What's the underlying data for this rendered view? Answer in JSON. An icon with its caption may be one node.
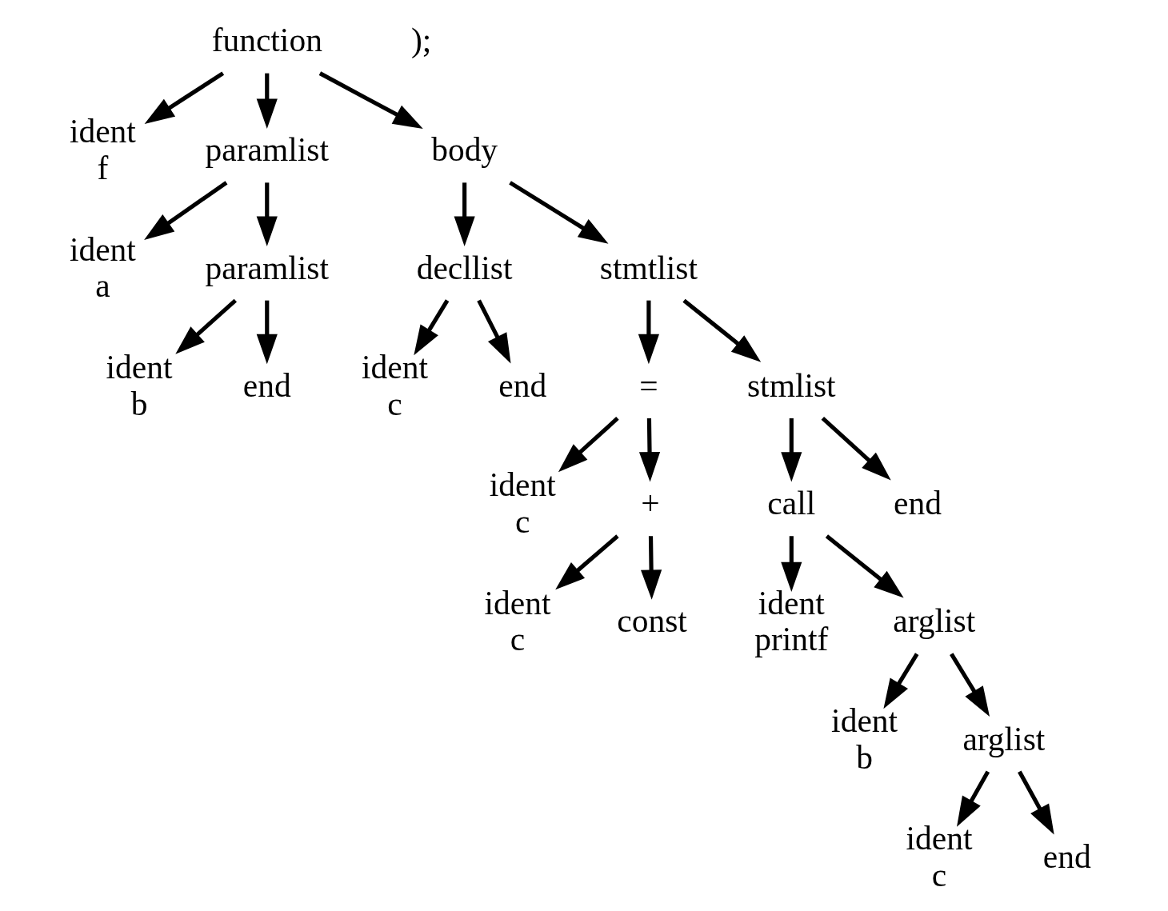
{
  "diagram": {
    "nodes": [
      {
        "text": [
          "function"
        ]
      },
      {
        "text": [
          "ident",
          "f"
        ]
      },
      {
        "text": [
          "paramlist"
        ]
      },
      {
        "text": [
          "body"
        ]
      },
      {
        "text": [
          "ident",
          "a"
        ]
      },
      {
        "text": [
          "paramlist"
        ]
      },
      {
        "text": [
          "decllist"
        ]
      },
      {
        "text": [
          "stmtlist"
        ]
      },
      {
        "text": [
          "ident",
          "b"
        ]
      },
      {
        "text": [
          "end"
        ]
      },
      {
        "text": [
          "ident",
          "c"
        ]
      },
      {
        "text": [
          "end"
        ]
      },
      {
        "text": [
          "="
        ]
      },
      {
        "text": [
          "stmlist"
        ]
      },
      {
        "text": [
          "ident",
          "c"
        ]
      },
      {
        "text": [
          "+"
        ]
      },
      {
        "text": [
          "call"
        ]
      },
      {
        "text": [
          "end"
        ]
      },
      {
        "text": [
          "ident",
          "c"
        ]
      },
      {
        "text": [
          "const"
        ]
      },
      {
        "text": [
          "ident",
          "printf"
        ]
      },
      {
        "text": [
          "arglist"
        ]
      },
      {
        "text": [
          "ident",
          "b"
        ]
      },
      {
        "text": [
          "arglist"
        ]
      },
      {
        "text": [
          "ident",
          "c"
        ]
      },
      {
        "text": [
          "end"
        ]
      }
    ],
    "edges": [
      {
        "from": 0,
        "to": 1,
        "arrow": "to"
      },
      {
        "from": 0,
        "to": 2,
        "arrow": "to"
      },
      {
        "from": 0,
        "to": 3,
        "arrow": "to"
      },
      {
        "from": 2,
        "to": 4,
        "arrow": "to"
      },
      {
        "from": 2,
        "to": 5,
        "arrow": "to"
      },
      {
        "from": 3,
        "to": 6,
        "arrow": "to"
      },
      {
        "from": 3,
        "to": 7,
        "arrow": "to"
      },
      {
        "from": 5,
        "to": 8,
        "arrow": "to"
      },
      {
        "from": 5,
        "to": 9,
        "arrow": "to"
      },
      {
        "from": 6,
        "to": 10,
        "arrow": "to"
      },
      {
        "from": 6,
        "to": 11,
        "arrow": "to"
      },
      {
        "from": 7,
        "to": 12,
        "arrow": "to"
      },
      {
        "from": 7,
        "to": 13,
        "arrow": "to"
      },
      {
        "from": 12,
        "to": 14,
        "arrow": "to"
      },
      {
        "from": 12,
        "to": 15,
        "arrow": "to"
      },
      {
        "from": 13,
        "to": 16,
        "arrow": "to"
      },
      {
        "from": 13,
        "to": 17,
        "arrow": "to"
      },
      {
        "from": 15,
        "to": 18,
        "arrow": "to"
      },
      {
        "from": 15,
        "to": 19,
        "arrow": "to"
      },
      {
        "from": 16,
        "to": 20,
        "arrow": "to"
      },
      {
        "from": 16,
        "to": 21,
        "arrow": "to"
      },
      {
        "from": 21,
        "to": 22,
        "arrow": "to"
      },
      {
        "from": 21,
        "to": 23,
        "arrow": "to"
      },
      {
        "from": 23,
        "to": 24,
        "arrow": "to"
      },
      {
        "from": 23,
        "to": 25,
        "arrow": "to"
      }
    ],
    "labels": [
      ");"
    ]
  }
}
